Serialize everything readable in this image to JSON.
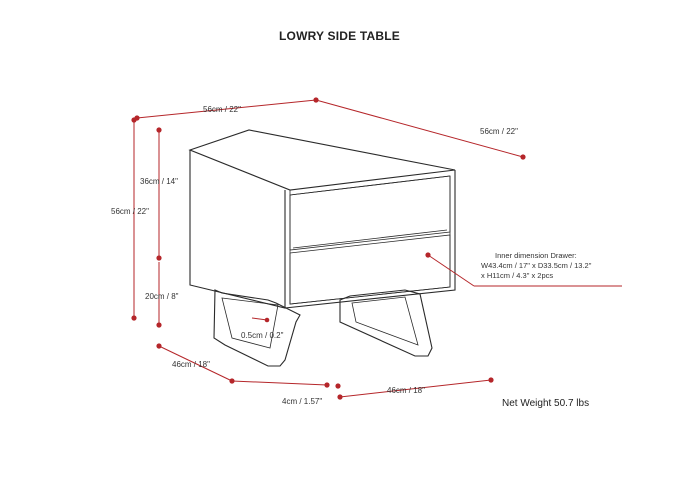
{
  "title": "LOWRY SIDE TABLE",
  "dimensions": {
    "top_width": "56cm / 22\"",
    "top_depth": "56cm / 22\"",
    "body_height": "36cm / 14\"",
    "total_height": "56cm / 22\"",
    "leg_height": "20cm / 8\"",
    "leg_thickness": "0.5cm / 0.2\"",
    "leg_depth": "46cm / 18\"",
    "leg_inset": "4cm / 1.57\"",
    "leg_width": "46cm / 18\""
  },
  "inner_dimension": {
    "line1": "Inner dimension Drawer:",
    "line2": "W43.4cm / 17\" x D33.5cm / 13.2\"",
    "line3": "x H11cm / 4.3\" x 2pcs"
  },
  "net_weight": "Net Weight 50.7 lbs"
}
